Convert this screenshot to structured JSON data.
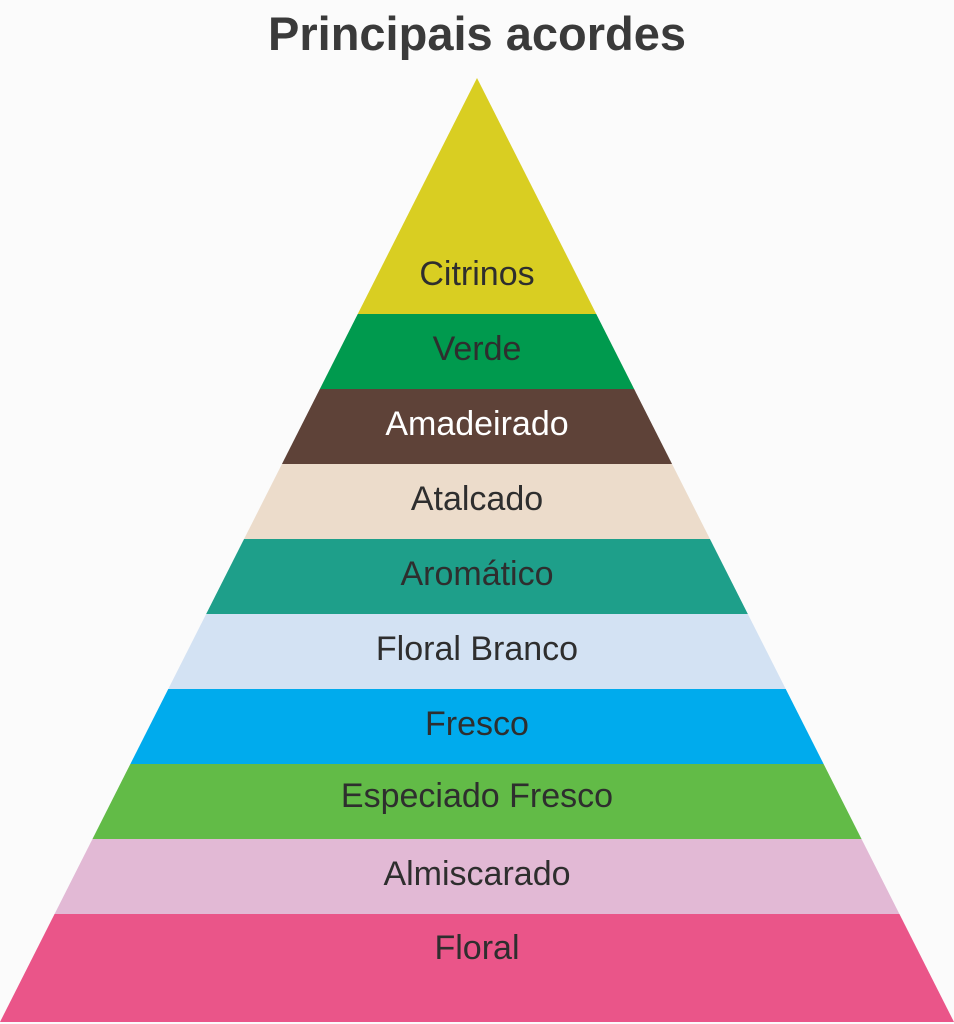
{
  "title": "Principais acordes",
  "layers": [
    {
      "label": "Citrinos",
      "fill": "#d9ce22",
      "text_color": "#2e2e2e"
    },
    {
      "label": "Verde",
      "fill": "#009a4e",
      "text_color": "#2e2e2e"
    },
    {
      "label": "Amadeirado",
      "fill": "#5e4238",
      "text_color": "#ffffff"
    },
    {
      "label": "Atalcado",
      "fill": "#ecdccb",
      "text_color": "#2e2e2e"
    },
    {
      "label": "Aromático",
      "fill": "#1e9f8a",
      "text_color": "#2e2e2e"
    },
    {
      "label": "Floral Branco",
      "fill": "#d3e2f3",
      "text_color": "#2e2e2e"
    },
    {
      "label": "Fresco",
      "fill": "#00abed",
      "text_color": "#2e2e2e"
    },
    {
      "label": "Especiado Fresco",
      "fill": "#62bb47",
      "text_color": "#2e2e2e"
    },
    {
      "label": "Almiscarado",
      "fill": "#e2b9d5",
      "text_color": "#2e2e2e"
    },
    {
      "label": "Floral",
      "fill": "#ea5589",
      "text_color": "#2e2e2e"
    }
  ]
}
